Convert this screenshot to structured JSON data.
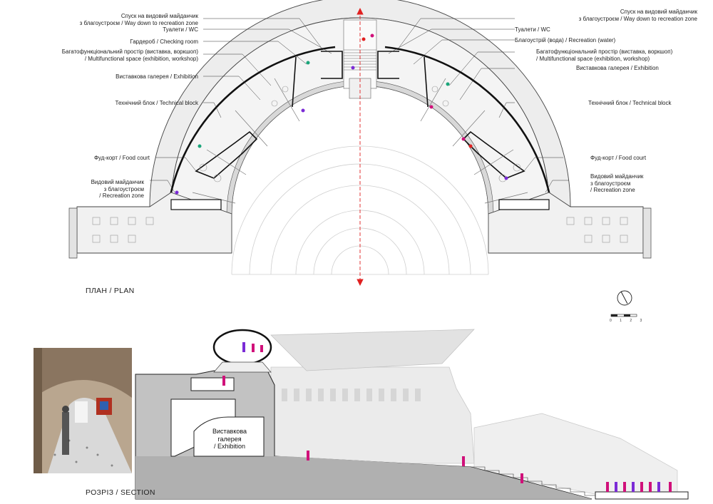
{
  "plan": {
    "title": "ПЛАН / PLAN",
    "labels_left": [
      "Спуск на видовий майданчик\nз благоустроєм / Way down to recreation zone",
      "Туалети / WC",
      "Гардероб / Checking room",
      "Багатофункціональний простір (виставка, воркшоп)\n/ Multifunctional space (exhibition, workshop)",
      "Виставкова галерея / Exhibition",
      "Технічний блок / Technical block",
      "Фуд-корт / Food court",
      "Видовий майданчик\nз благоустроєм\n/ Recreation zone"
    ],
    "labels_right": [
      "Спуск на видовий майданчик\nз благоустроєм / Way down to recreation zone",
      "Туалети / WC",
      "Благоустрій (вода) / Recreation (water)",
      "Багатофункціональний простір (виставка, воркшоп)\n/ Multifunctional space (exhibition, workshop)",
      "Виставкова галерея / Exhibition",
      "Технічний блок / Technical block",
      "Фуд-корт / Food court",
      "Видовий майданчик\nз благоустроєм\n/ Recreation zone"
    ],
    "scale_numbers": "0 1 2 3"
  },
  "section": {
    "title": "РОЗРІЗ / SECTION",
    "exhibition_label": "Виставкова\nгалерея\n/ Exhibition"
  },
  "colors": {
    "line": "#333333",
    "wall": "#111111",
    "section_line": "#e02020",
    "people_magenta": "#d0107a",
    "people_purple": "#7b2bd6",
    "people_teal": "#1aa57a",
    "section_fill": "#bdbdbd"
  }
}
